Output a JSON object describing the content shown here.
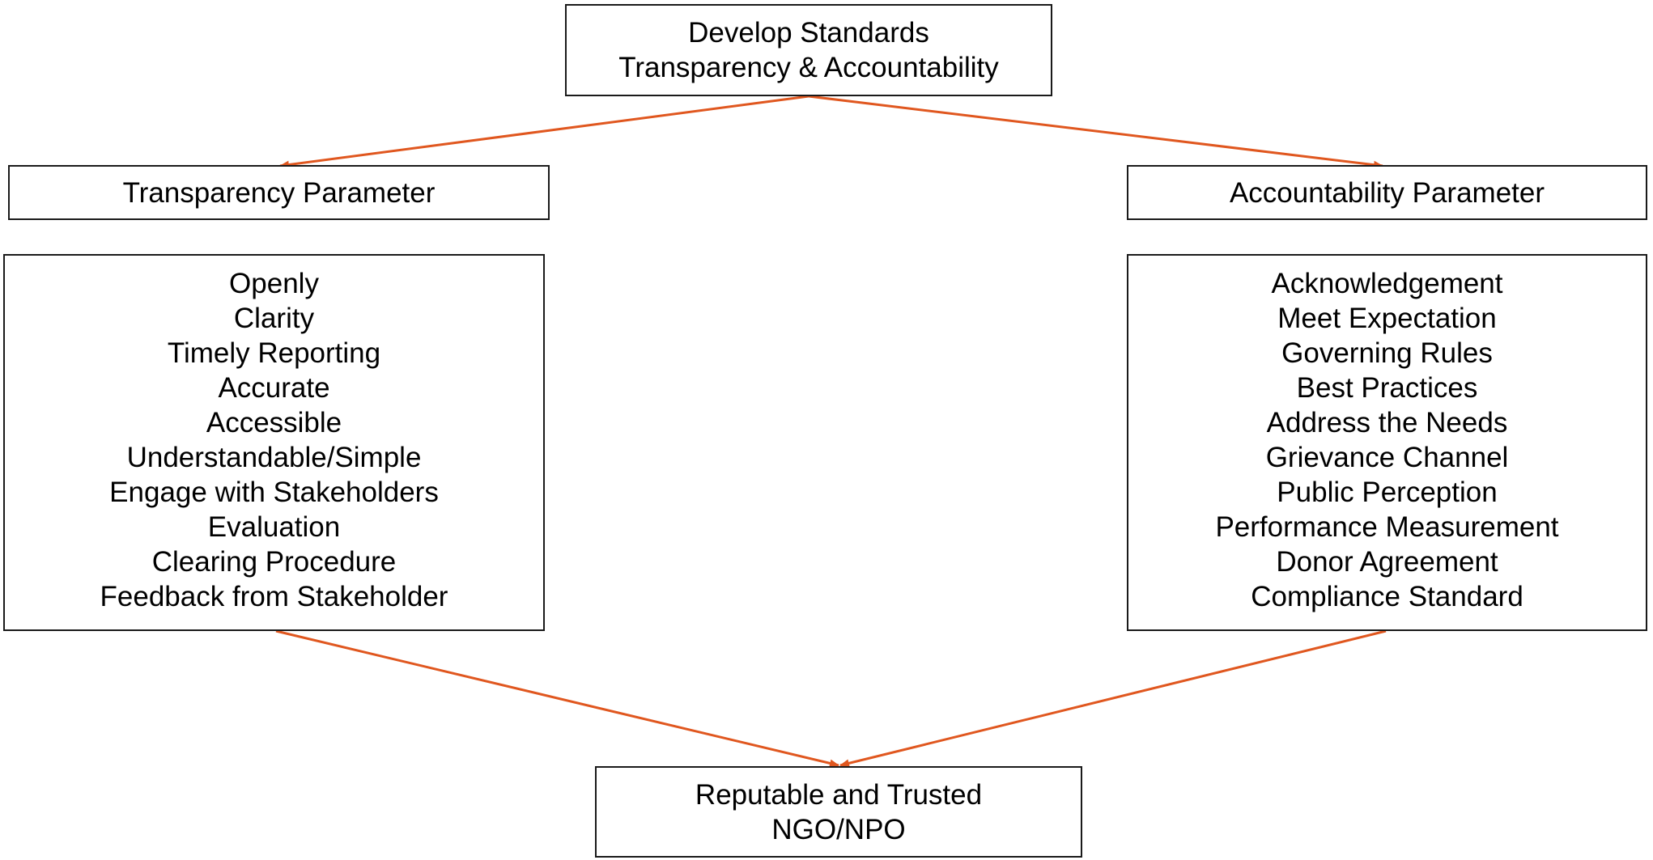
{
  "top": {
    "line1": "Develop Standards",
    "line2": "Transparency & Accountability"
  },
  "transparency": {
    "header": "Transparency Parameter",
    "items": [
      "Openly",
      "Clarity",
      "Timely Reporting",
      "Accurate",
      "Accessible",
      "Understandable/Simple",
      "Engage with Stakeholders",
      "Evaluation",
      "Clearing Procedure",
      "Feedback from Stakeholder"
    ]
  },
  "accountability": {
    "header": "Accountability Parameter",
    "items": [
      "Acknowledgement",
      "Meet Expectation",
      "Governing Rules",
      "Best Practices",
      "Address the Needs",
      "Grievance Channel",
      "Public Perception",
      "Performance Measurement",
      "Donor Agreement",
      "Compliance Standard"
    ]
  },
  "result": {
    "line1": "Reputable and Trusted",
    "line2": "NGO/NPO"
  },
  "colors": {
    "arrow": "#e0571f",
    "border": "#1a1a1a"
  }
}
